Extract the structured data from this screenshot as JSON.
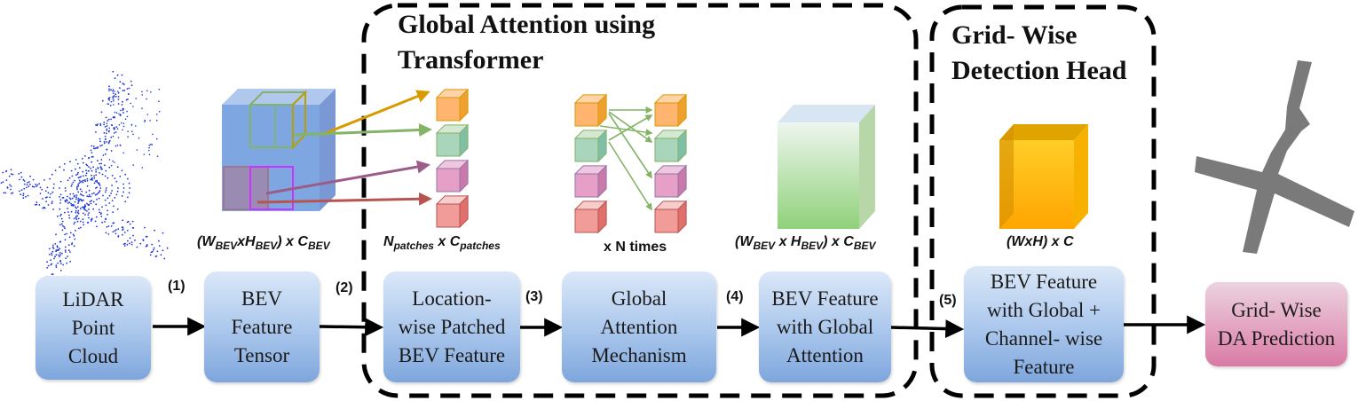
{
  "group_attention": {
    "title": "Global Attention using\nTransformer"
  },
  "group_detection": {
    "title": "Grid- Wise\nDetection Head"
  },
  "boxes": {
    "lidar": "LiDAR\nPoint\nCloud",
    "bev_tensor": "BEV\nFeature\nTensor",
    "patched": "Location-\nwise Patched\nBEV Feature",
    "global_attn": "Global\nAttention\nMechanism",
    "bev_global": "BEV Feature\nwith Global\nAttention",
    "bev_channel": "BEV Feature\nwith Global +\nChannel- wise\nFeature",
    "prediction": "Grid- Wise\nDA Prediction"
  },
  "steps": [
    "(1)",
    "(2)",
    "(3)",
    "(4)",
    "(5)"
  ],
  "dims": {
    "bev_tensor": {
      "w": "W",
      "w_sub": "BEV",
      "x": "x",
      "h": "H",
      "h_sub": "BEV",
      "c_pre": ") x C",
      "c_sub": "BEV"
    },
    "patches": {
      "n": "N",
      "n_sub": "patches",
      "mid": " x C",
      "c_sub": "patches"
    },
    "times": "x N times",
    "bev_global": {
      "w": "W",
      "w_sub": "BEV",
      "x": " x H",
      "h_sub": "BEV",
      "c_pre": ") x C",
      "c_sub": "BEV"
    },
    "grid": "(WxH) x C"
  },
  "colors": {
    "box_blue": "#a9c6ec",
    "box_pink": "#e3a3c0",
    "orange": "#f5a23a",
    "green": "#8cc68c",
    "purple": "#d08ab8",
    "red": "#ec7d78",
    "teal": "#7fbfa8"
  }
}
